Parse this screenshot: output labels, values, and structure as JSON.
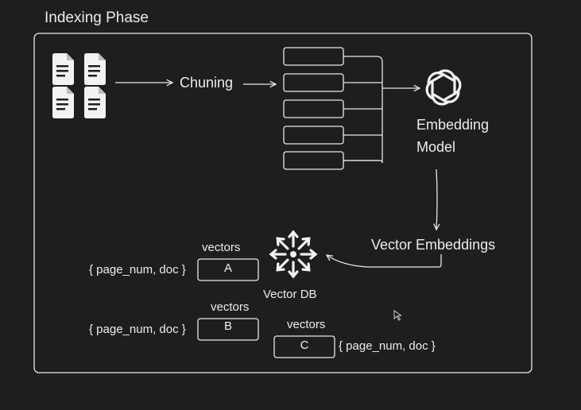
{
  "title": "Indexing Phase",
  "pipeline": {
    "chunking_label": "Chuning",
    "embedding_model_line1": "Embedding",
    "embedding_model_line2": "Model",
    "vector_embeddings_label": "Vector Embeddings",
    "vector_db_label": "Vector DB"
  },
  "records": [
    {
      "header": "vectors",
      "letter": "A",
      "meta": "{ page_num, doc }"
    },
    {
      "header": "vectors",
      "letter": "B",
      "meta": "{ page_num, doc }"
    },
    {
      "header": "vectors",
      "letter": "C",
      "meta": "{ page_num, doc }"
    }
  ],
  "icons": {
    "documents": "document-icon",
    "model": "openai-logo-icon",
    "database": "vector-db-icon",
    "cursor": "cursor-icon"
  },
  "colors": {
    "background": "#1e1e1e",
    "stroke": "#e8e8e8",
    "text": "#ececec"
  }
}
